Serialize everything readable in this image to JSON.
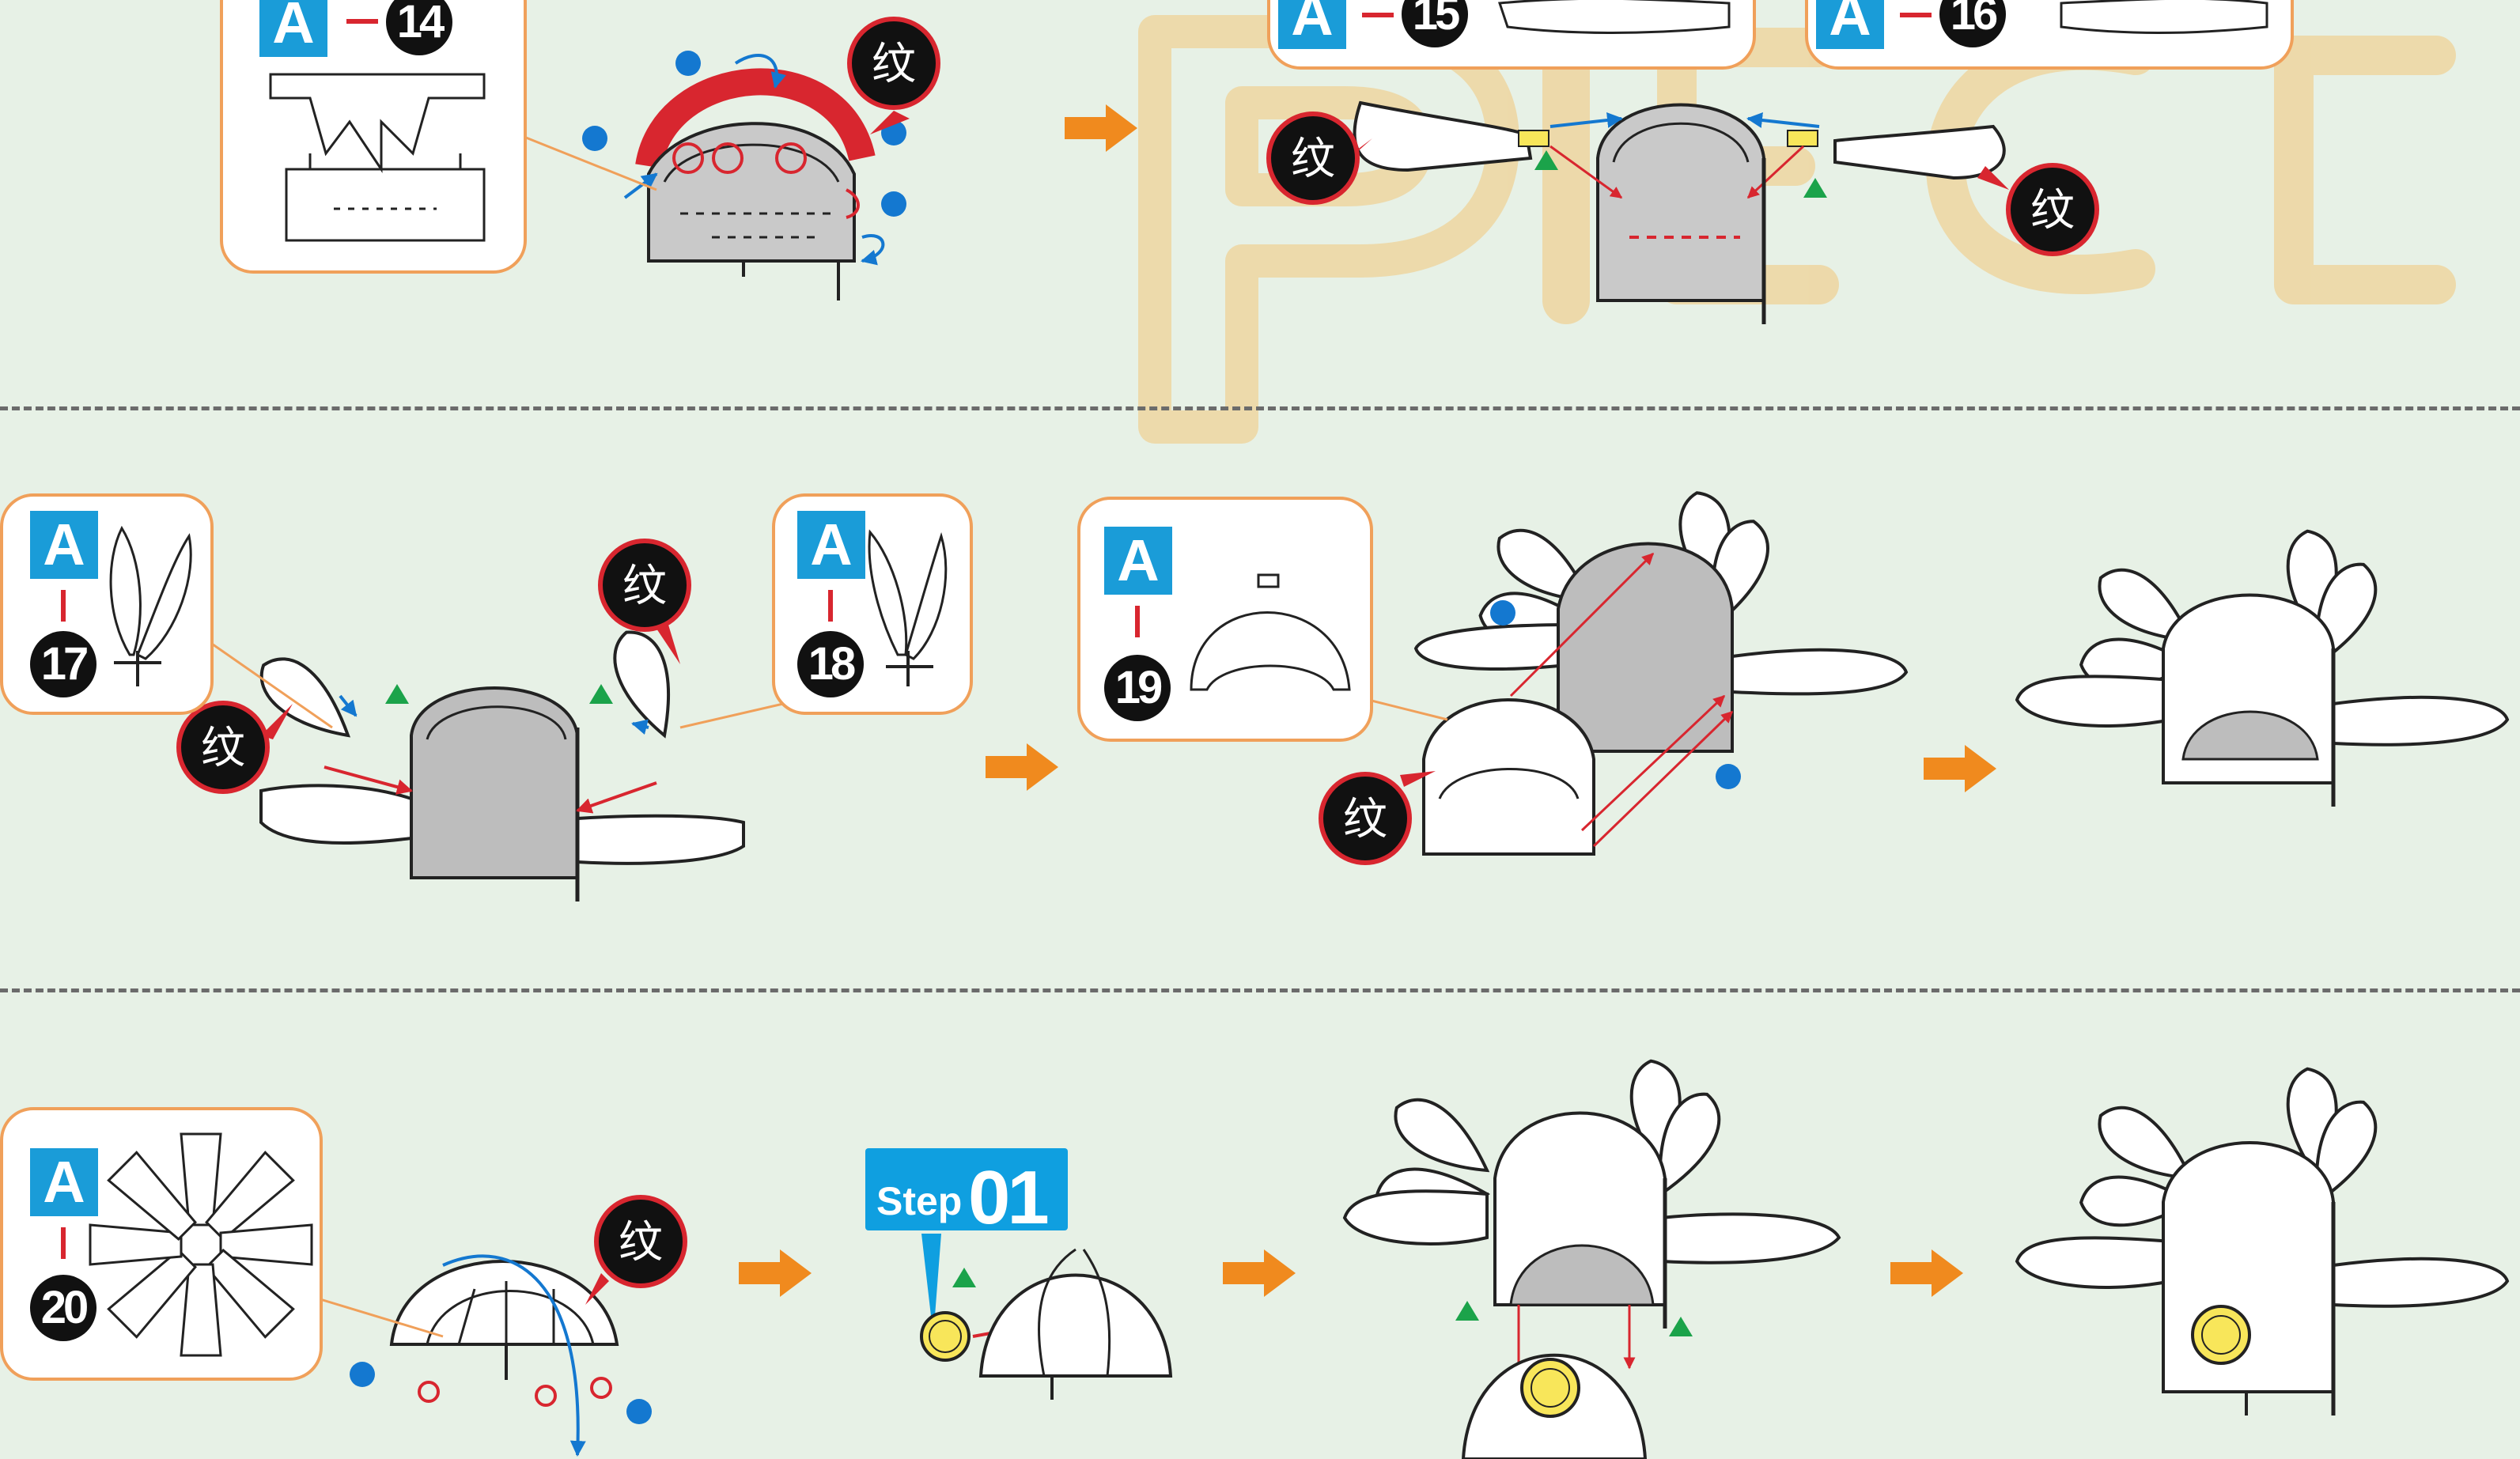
{
  "watermark": {
    "text": "piece",
    "color": "#f2c77a"
  },
  "score_symbol": {
    "label": "纹",
    "meaning": "score-line-marker"
  },
  "colors": {
    "background": "#e7f1e6",
    "callout_border": "#f0a05a",
    "sheet_tag": "#1a9cd8",
    "arrow": "#f08a1e",
    "tab_red": "#d8262f",
    "slot_red": "#d8262f",
    "blue_dot": "#1478d0",
    "green_triangle": "#1ba34a",
    "wall_gray": "#a6a6a6",
    "eye_yellow": "#f8e65a"
  },
  "rows": [
    {
      "parts": [
        {
          "sheet": "A",
          "number": "14"
        },
        {
          "sheet": "A",
          "number": "15"
        },
        {
          "sheet": "A",
          "number": "16"
        }
      ]
    },
    {
      "parts": [
        {
          "sheet": "A",
          "number": "17"
        },
        {
          "sheet": "A",
          "number": "18"
        },
        {
          "sheet": "A",
          "number": "19"
        }
      ]
    },
    {
      "parts": [
        {
          "sheet": "A",
          "number": "20"
        }
      ],
      "step": {
        "word": "Step",
        "number": "01"
      }
    }
  ]
}
